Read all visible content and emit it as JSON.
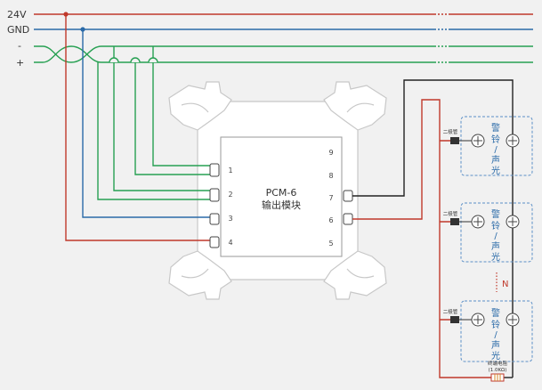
{
  "bus": {
    "v24_label": "24V",
    "gnd_label": "GND",
    "minus_label": "-",
    "plus_label": "+"
  },
  "module": {
    "model": "PCM-6",
    "name": "输出模块",
    "left_terminals": [
      "1",
      "2",
      "3",
      "4"
    ],
    "right_terminals": [
      "9",
      "8",
      "7",
      "6",
      "5"
    ]
  },
  "alarm_units": [
    {
      "diode_label": "二极管",
      "label_lines": [
        "警",
        "铃",
        "/",
        "声",
        "光"
      ]
    },
    {
      "diode_label": "二极管",
      "label_lines": [
        "警",
        "铃",
        "/",
        "声",
        "光"
      ]
    },
    {
      "diode_label": "二极管",
      "label_lines": [
        "警",
        "铃",
        "/",
        "声",
        "光"
      ]
    }
  ],
  "repeat_marker": "N",
  "terminal_resistor": {
    "line1": "终端电阻",
    "line2": "(1.0KΩ)"
  },
  "colors": {
    "red": "#c0392b",
    "blue": "#2a6aa8",
    "green": "#27a052",
    "black": "#222222",
    "dashed_box": "#5b8fc7"
  }
}
